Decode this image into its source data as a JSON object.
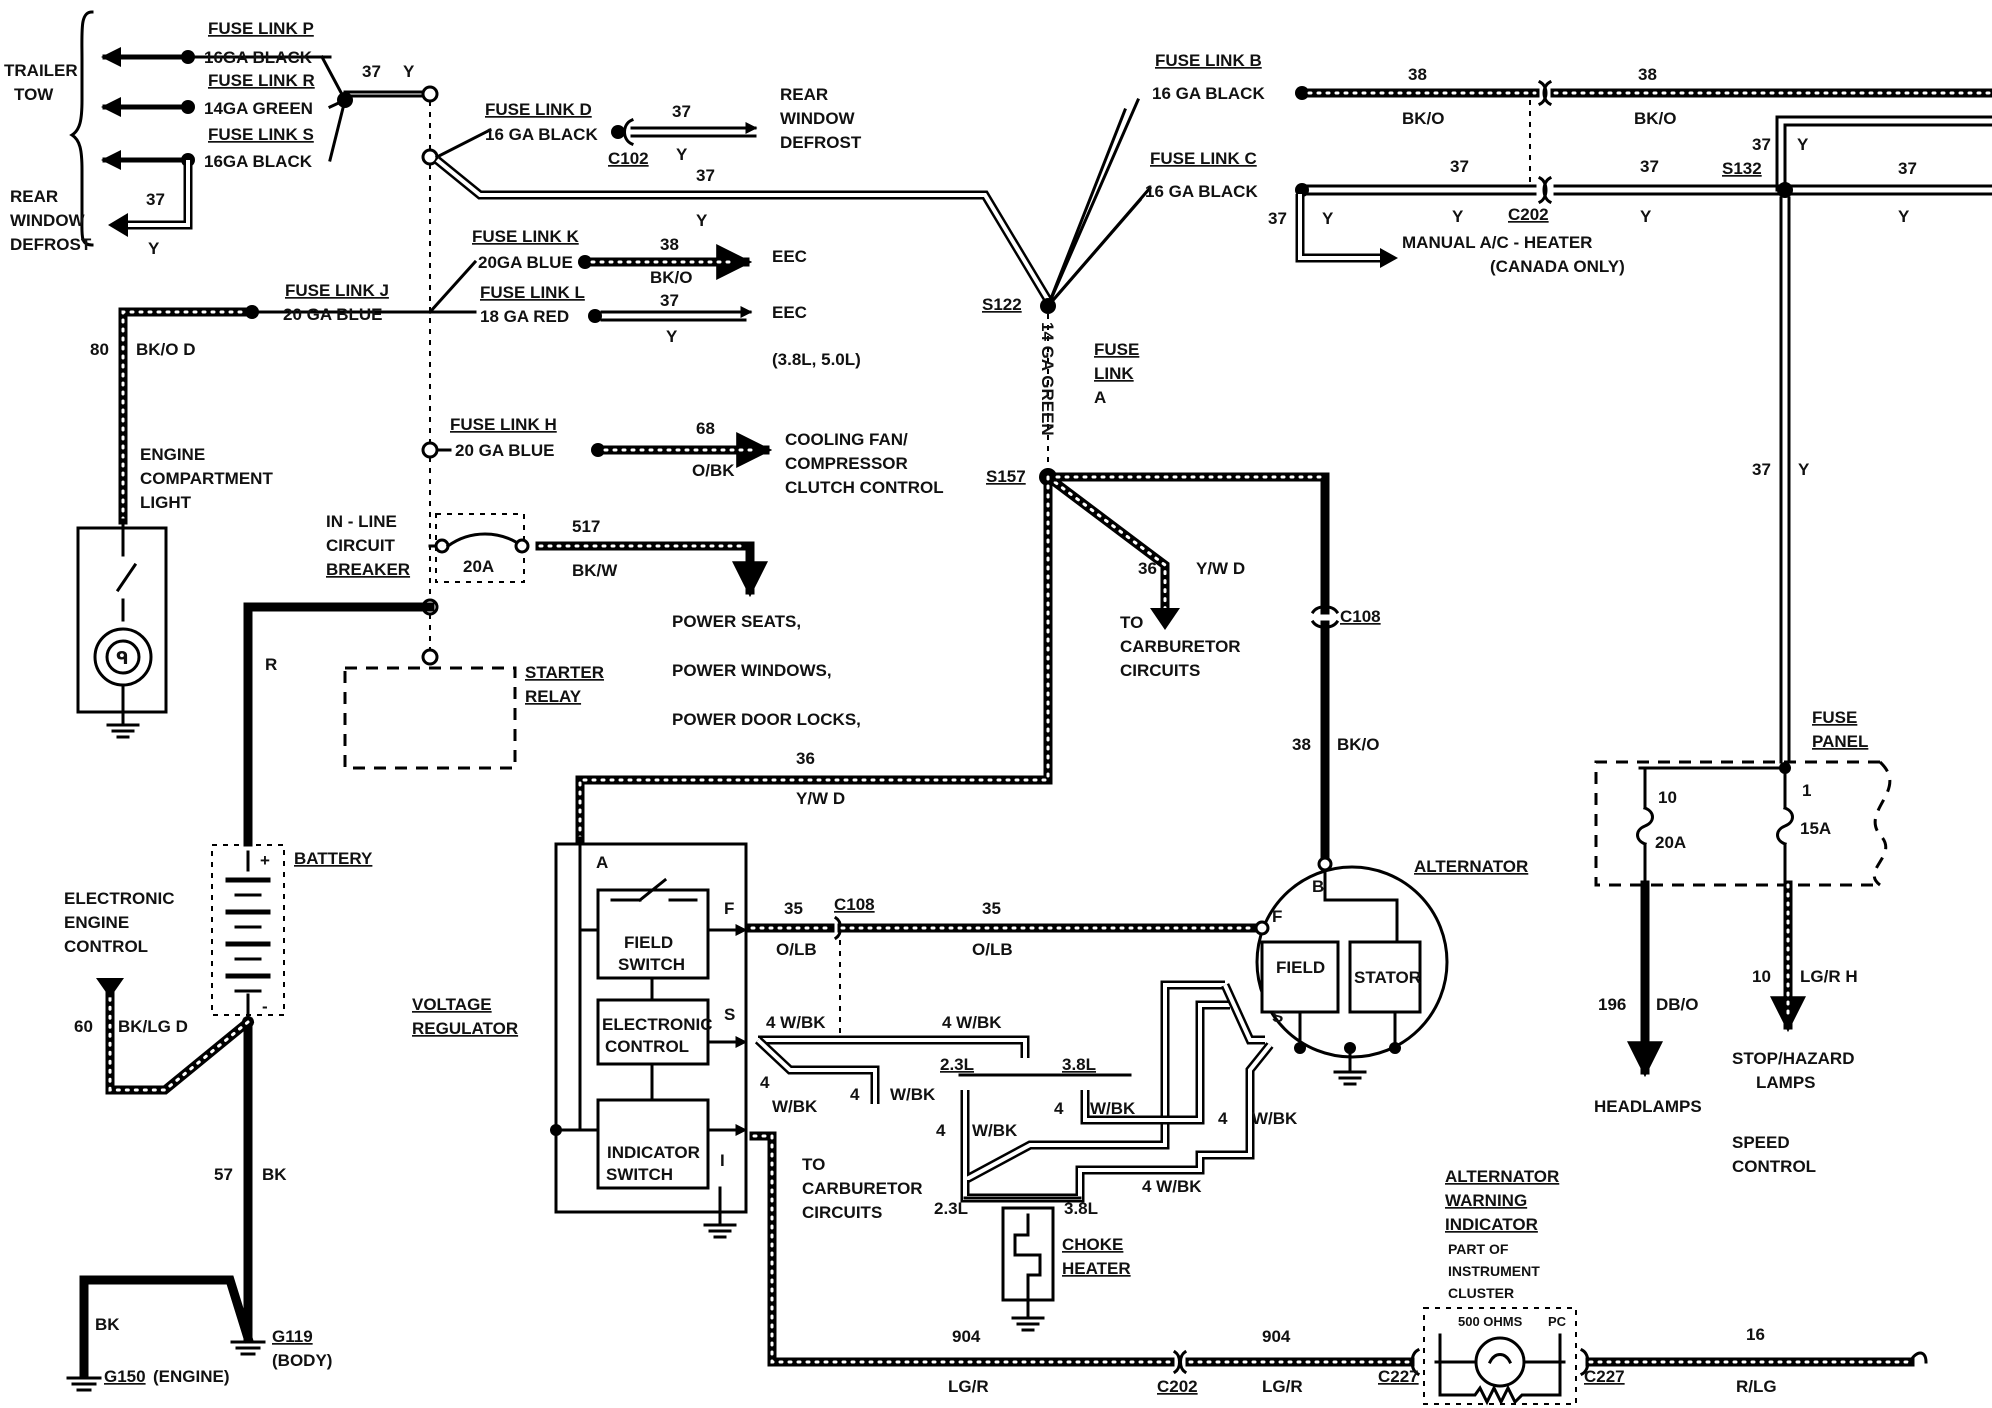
{
  "labels": {
    "trailer_tow_1": "TRAILER",
    "trailer_tow_2": "TOW",
    "fuse_link_p": "FUSE LINK P",
    "fuse_link_p_gauge": "16GA BLACK",
    "fuse_link_r": "FUSE LINK R",
    "fuse_link_r_gauge": "14GA GREEN",
    "fuse_link_s": "FUSE LINK S",
    "fuse_link_s_gauge": "16GA BLACK",
    "rear_window_defrost_left_1": "REAR",
    "rear_window_defrost_left_2": "WINDOW",
    "rear_window_defrost_left_3": "DEFROST",
    "fuse_link_d": "FUSE LINK D",
    "fuse_link_d_gauge": "16 GA BLACK",
    "c102": "C102",
    "rear_window_defrost_right_1": "REAR",
    "rear_window_defrost_right_2": "WINDOW",
    "rear_window_defrost_right_3": "DEFROST",
    "fuse_link_k": "FUSE LINK K",
    "fuse_link_k_gauge": "20GA BLUE",
    "fuse_link_j": "FUSE LINK J",
    "fuse_link_j_gauge": "20 GA BLUE",
    "fuse_link_l": "FUSE LINK L",
    "fuse_link_l_gauge": "18 GA RED",
    "eec_1": "EEC",
    "eec_2": "EEC",
    "engine_note": "(3.8L, 5.0L)",
    "engine_compartment_light_1": "ENGINE",
    "engine_compartment_light_2": "COMPARTMENT",
    "engine_compartment_light_3": "LIGHT",
    "fuse_link_h": "FUSE LINK H",
    "fuse_link_h_gauge": "20 GA BLUE",
    "cooling_fan_1": "COOLING FAN/",
    "cooling_fan_2": "COMPRESSOR",
    "cooling_fan_3": "CLUTCH CONTROL",
    "inline_cb_1": "IN - LINE",
    "inline_cb_2": "CIRCUIT",
    "inline_cb_3": "BREAKER",
    "cb_rating": "20A",
    "power_seats": "POWER SEATS,",
    "power_windows": "POWER WINDOWS,",
    "power_door_locks": "POWER DOOR LOCKS,",
    "starter_relay_1": "STARTER",
    "starter_relay_2": "RELAY",
    "battery": "BATTERY",
    "electronic_engine_control_1": "ELECTRONIC",
    "electronic_engine_control_2": "ENGINE",
    "electronic_engine_control_3": "CONTROL",
    "g119": "G119",
    "g119_note": "(BODY)",
    "g150": "G150",
    "g150_note": "(ENGINE)",
    "voltage_regulator_1": "VOLTAGE",
    "voltage_regulator_2": "REGULATOR",
    "field_switch_1": "FIELD",
    "field_switch_2": "SWITCH",
    "electronic_control_1": "ELECTRONIC",
    "electronic_control_2": "CONTROL",
    "indicator_switch_1": "INDICATOR",
    "indicator_switch_2": "SWITCH",
    "term_a": "A",
    "term_f": "F",
    "term_s": "S",
    "term_i": "I",
    "c108_top": "C108",
    "c108_alt": "C108",
    "to_carb_1": "TO",
    "to_carb_2": "CARBURETOR",
    "to_carb_3": "CIRCUITS",
    "to_carb_lower_1": "TO",
    "to_carb_lower_2": "CARBURETOR",
    "to_carb_lower_3": "CIRCUITS",
    "engine_23_a": "2.3L",
    "engine_38_a": "3.8L",
    "engine_23_b": "2.3L",
    "engine_38_b": "3.8L",
    "choke_heater_1": "CHOKE",
    "choke_heater_2": "HEATER",
    "alternator": "ALTERNATOR",
    "alt_field": "FIELD",
    "alt_stator": "STATOR",
    "alt_b": "B",
    "alt_f": "F",
    "alt_s": "S",
    "fuse_link_b": "FUSE LINK B",
    "fuse_link_b_gauge": "16 GA BLACK",
    "fuse_link_c": "FUSE LINK C",
    "fuse_link_c_gauge": "16 GA BLACK",
    "c202_top": "C202",
    "s132": "S132",
    "manual_ac_1": "MANUAL A/C - HEATER",
    "manual_ac_2": "(CANADA ONLY)",
    "s122": "S122",
    "fuse_link_a_gauge": "14 GA GREEN",
    "fuse_link_a_1": "FUSE",
    "fuse_link_a_2": "LINK",
    "fuse_link_a_3": "A",
    "s157": "S157",
    "fuse_panel_1": "FUSE",
    "fuse_panel_2": "PANEL",
    "fuse_10": "10",
    "fuse_20a": "20A",
    "fuse_1": "1",
    "fuse_15a": "15A",
    "headlamps": "HEADLAMPS",
    "stop_hazard_1": "STOP/HAZARD",
    "stop_hazard_2": "LAMPS",
    "speed_control_1": "SPEED",
    "speed_control_2": "CONTROL",
    "awi_1": "ALTERNATOR",
    "awi_2": "WARNING",
    "awi_3": "INDICATOR",
    "awi_4": "PART OF",
    "awi_5": "INSTRUMENT",
    "awi_6": "CLUSTER",
    "ohms": "500 OHMS",
    "pc": "PC",
    "c202_bottom": "C202",
    "c227_left": "C227",
    "c227_right": "C227"
  },
  "circuits": {
    "w37_top": "37",
    "y_top": "Y",
    "w37_d": "37",
    "y_d": "Y",
    "w37_rwd": "37",
    "y_rwd": "Y",
    "w37_long": "37",
    "y_long": "Y",
    "w38_k": "38",
    "bko_k": "BK/O",
    "w37_l": "37",
    "y_l": "Y",
    "w80": "80",
    "bkod_80": "BK/O D",
    "w68": "68",
    "obk_68": "O/BK",
    "w517": "517",
    "bkw_517": "BK/W",
    "r_battery": "R",
    "w60": "60",
    "bklgd_60": "BK/LG D",
    "w57": "57",
    "bk_57": "BK",
    "bk_g150": "BK",
    "w36_reg": "36",
    "ywd_reg": "Y/W D",
    "w36_carb": "36",
    "ywd_carb": "Y/W D",
    "w35_a": "35",
    "olb_a": "O/LB",
    "w35_b": "35",
    "olb_b": "O/LB",
    "w4wbk_1": "4 W/BK",
    "w4wbk_2": "4  W/BK",
    "w4_a": "4",
    "wbk_a": "W/BK",
    "w4_b": "4",
    "wbk_b": "W/BK",
    "w4_c": "4",
    "wbk_c": "W/BK",
    "w4_d": "4",
    "wbk_d": "W/BK",
    "w4wbk_3": "4  W/BK",
    "w4_e": "4",
    "wbk_e": "W/BK",
    "w38_alt": "38",
    "bko_alt": "BK/O",
    "w38_b1": "38",
    "bko_b1": "BK/O",
    "w38_b2": "38",
    "bko_b2": "BK/O",
    "w37_c1": "37",
    "y_c1": "Y",
    "w37_c2": "37",
    "y_c2": "Y",
    "w37_c3": "37",
    "y_c3": "Y",
    "w37_s132": "37",
    "y_s132": "Y",
    "w37_ac": "37",
    "y_ac": "Y",
    "w37_fuse": "37",
    "y_fuse": "Y",
    "w196": "196",
    "dbo_196": "DB/O",
    "w10": "10",
    "lgrh_10": "LG/R H",
    "w904_a": "904",
    "lgr_a": "LG/R",
    "w904_b": "904",
    "lgr_b": "LG/R",
    "w16": "16",
    "rlg_16": "R/LG"
  }
}
